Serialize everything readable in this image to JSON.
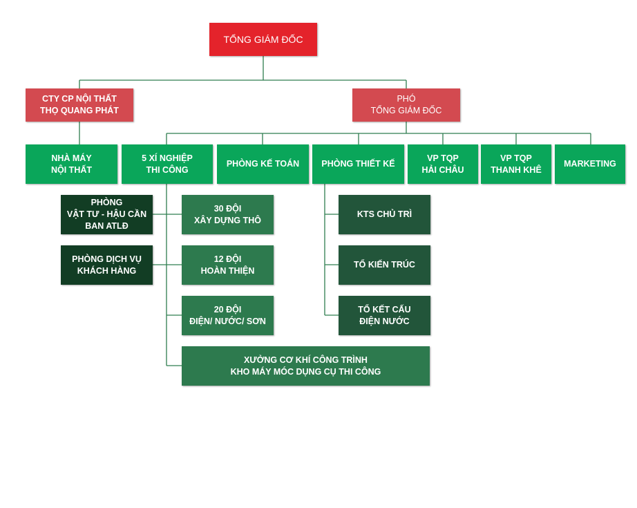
{
  "chart_data": {
    "type": "org-chart",
    "nodes": {
      "ceo": "TỔNG GIÁM ĐỐC",
      "company": "CTY CP NỘI THẤT\nTHỌ QUANG PHÁT",
      "deputy": "PHÓ\nTỔNG GIÁM ĐỐC",
      "factory": "NHÀ MÁY\nNỘI THẤT",
      "enterprises": "5 XÍ NGHIỆP\nTHI CÔNG",
      "accounting": "PHÒNG KẾ TOÁN",
      "design": "PHÒNG THIẾT KẾ",
      "hai_chau": "VP TQP\nHẢI CHÂU",
      "thanh_khe": "VP TQP\nTHANH KHÊ",
      "marketing": "MARKETING",
      "supplies": "PHÒNG\nVẬT TƯ - HẬU CẦN\nBAN ATLĐ",
      "customer": "PHÒNG DỊCH VỤ\nKHÁCH HÀNG",
      "team30": "30 ĐỘI\nXÂY DỰNG THÔ",
      "team12": "12 ĐỘI\nHOÀN THIỆN",
      "team20": "20 ĐỘI\nĐIỆN/ NƯỚC/ SƠN",
      "workshop": "XƯỞNG CƠ KHÍ CÔNG TRÌNH\nKHO MÁY MÓC DỤNG CỤ THI CÔNG",
      "architect": "KTS CHỦ TRÌ",
      "arch_team": "TỔ KIẾN TRÚC",
      "struct_team": "TỔ KẾT CẤU\nĐIỆN NƯỚC"
    },
    "edges": [
      [
        "ceo",
        "company"
      ],
      [
        "ceo",
        "deputy"
      ],
      [
        "company",
        "factory"
      ],
      [
        "deputy",
        "enterprises"
      ],
      [
        "deputy",
        "accounting"
      ],
      [
        "deputy",
        "design"
      ],
      [
        "deputy",
        "hai_chau"
      ],
      [
        "deputy",
        "thanh_khe"
      ],
      [
        "deputy",
        "marketing"
      ],
      [
        "enterprises",
        "team30"
      ],
      [
        "enterprises",
        "team12"
      ],
      [
        "enterprises",
        "team20"
      ],
      [
        "enterprises",
        "workshop"
      ],
      [
        "enterprises",
        "supplies"
      ],
      [
        "enterprises",
        "customer"
      ],
      [
        "design",
        "architect"
      ],
      [
        "design",
        "arch_team"
      ],
      [
        "design",
        "struct_team"
      ]
    ]
  }
}
